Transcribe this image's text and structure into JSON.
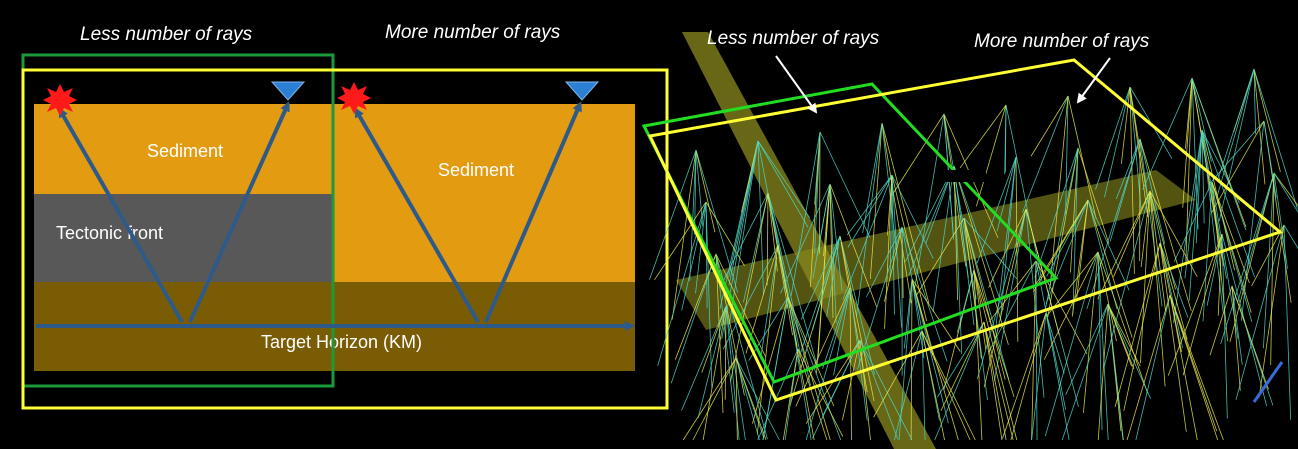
{
  "left_panel": {
    "label_less": "Less number of rays",
    "label_more": "More number of rays",
    "sediment_left": "Sediment",
    "sediment_right": "Sediment",
    "tectonic": "Tectonic front",
    "target": "Target Horizon (KM)",
    "colors": {
      "sediment": "#e39b12",
      "tectonic": "#585858",
      "horizon_band": "#7a5c04",
      "ray": "#2e5a8a",
      "box_less": "#1a9a3a",
      "box_more": "#ffff33",
      "source": "#ff1a1a",
      "receiver": "#2b7fd4"
    }
  },
  "right_panel": {
    "label_less": "Less number of rays",
    "label_more": "More number of rays",
    "colors": {
      "ray_a": "#e8e84a",
      "ray_b": "#4fd8c8",
      "box_less": "#22dd22",
      "box_more": "#ffff33",
      "band": "#8a8a1e"
    }
  }
}
